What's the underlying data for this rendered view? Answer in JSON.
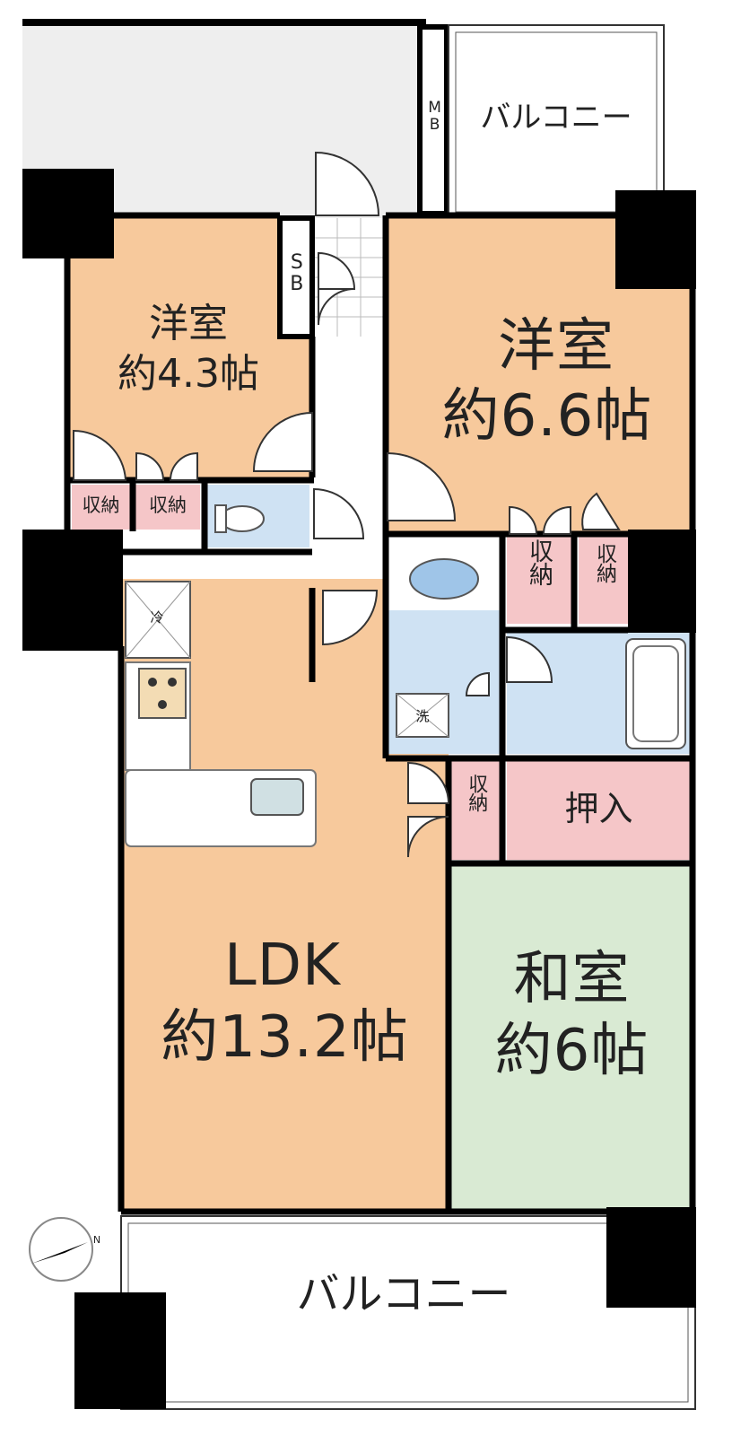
{
  "rooms": {
    "western_small": {
      "name": "洋室",
      "size": "約4.3帖"
    },
    "western_large": {
      "name": "洋室",
      "size": "約6.6帖"
    },
    "ldk": {
      "name": "LDK",
      "size": "約13.2帖"
    },
    "japanese": {
      "name": "和室",
      "size": "約6帖"
    }
  },
  "labels": {
    "balcony_top": "バルコニー",
    "balcony_bottom": "バルコニー",
    "storage": "収納",
    "closet": "押入",
    "shoe_box": "SB",
    "meter_box": "MB",
    "fridge": "冷",
    "washer": "洗"
  },
  "compass": {
    "north_label": "N"
  },
  "colors": {
    "wood_floor": "#f7c99c",
    "tatami": "#d9ead3",
    "storage_pink": "#f5c6c8",
    "wet_area_blue": "#cfe2f3",
    "outdoor_gray": "#eeeeee",
    "wall": "#000000"
  }
}
